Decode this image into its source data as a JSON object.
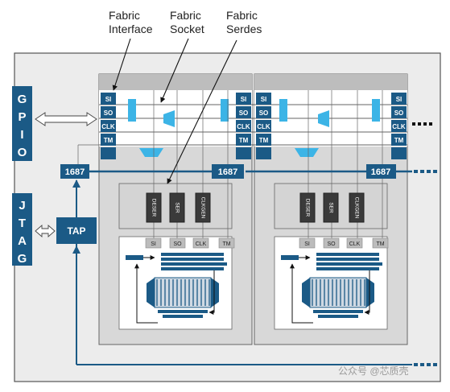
{
  "callouts": {
    "fabric_interface": [
      "Fabric",
      "Interface"
    ],
    "fabric_socket": [
      "Fabric",
      "Socket"
    ],
    "fabric_serdes": [
      "Fabric",
      "Serdes"
    ]
  },
  "side_ports": {
    "gpio": [
      "G",
      "P",
      "I",
      "O"
    ],
    "jtag": [
      "J",
      "T",
      "A",
      "G"
    ]
  },
  "tap_label": "TAP",
  "bus_label": "1687",
  "port_labels": [
    "SI",
    "SO",
    "CLK",
    "TM"
  ],
  "serdes_ports": [
    "SI",
    "SO",
    "CLK",
    "TM"
  ],
  "blocks": [
    "DESER",
    "SER",
    "CLKGEN"
  ],
  "watermark": "公众号 @芯质壳",
  "colors": {
    "navy": "#1b5a86",
    "cyan": "#3cb4e6",
    "panel": "#d7d7d7",
    "page": "#ececec"
  }
}
